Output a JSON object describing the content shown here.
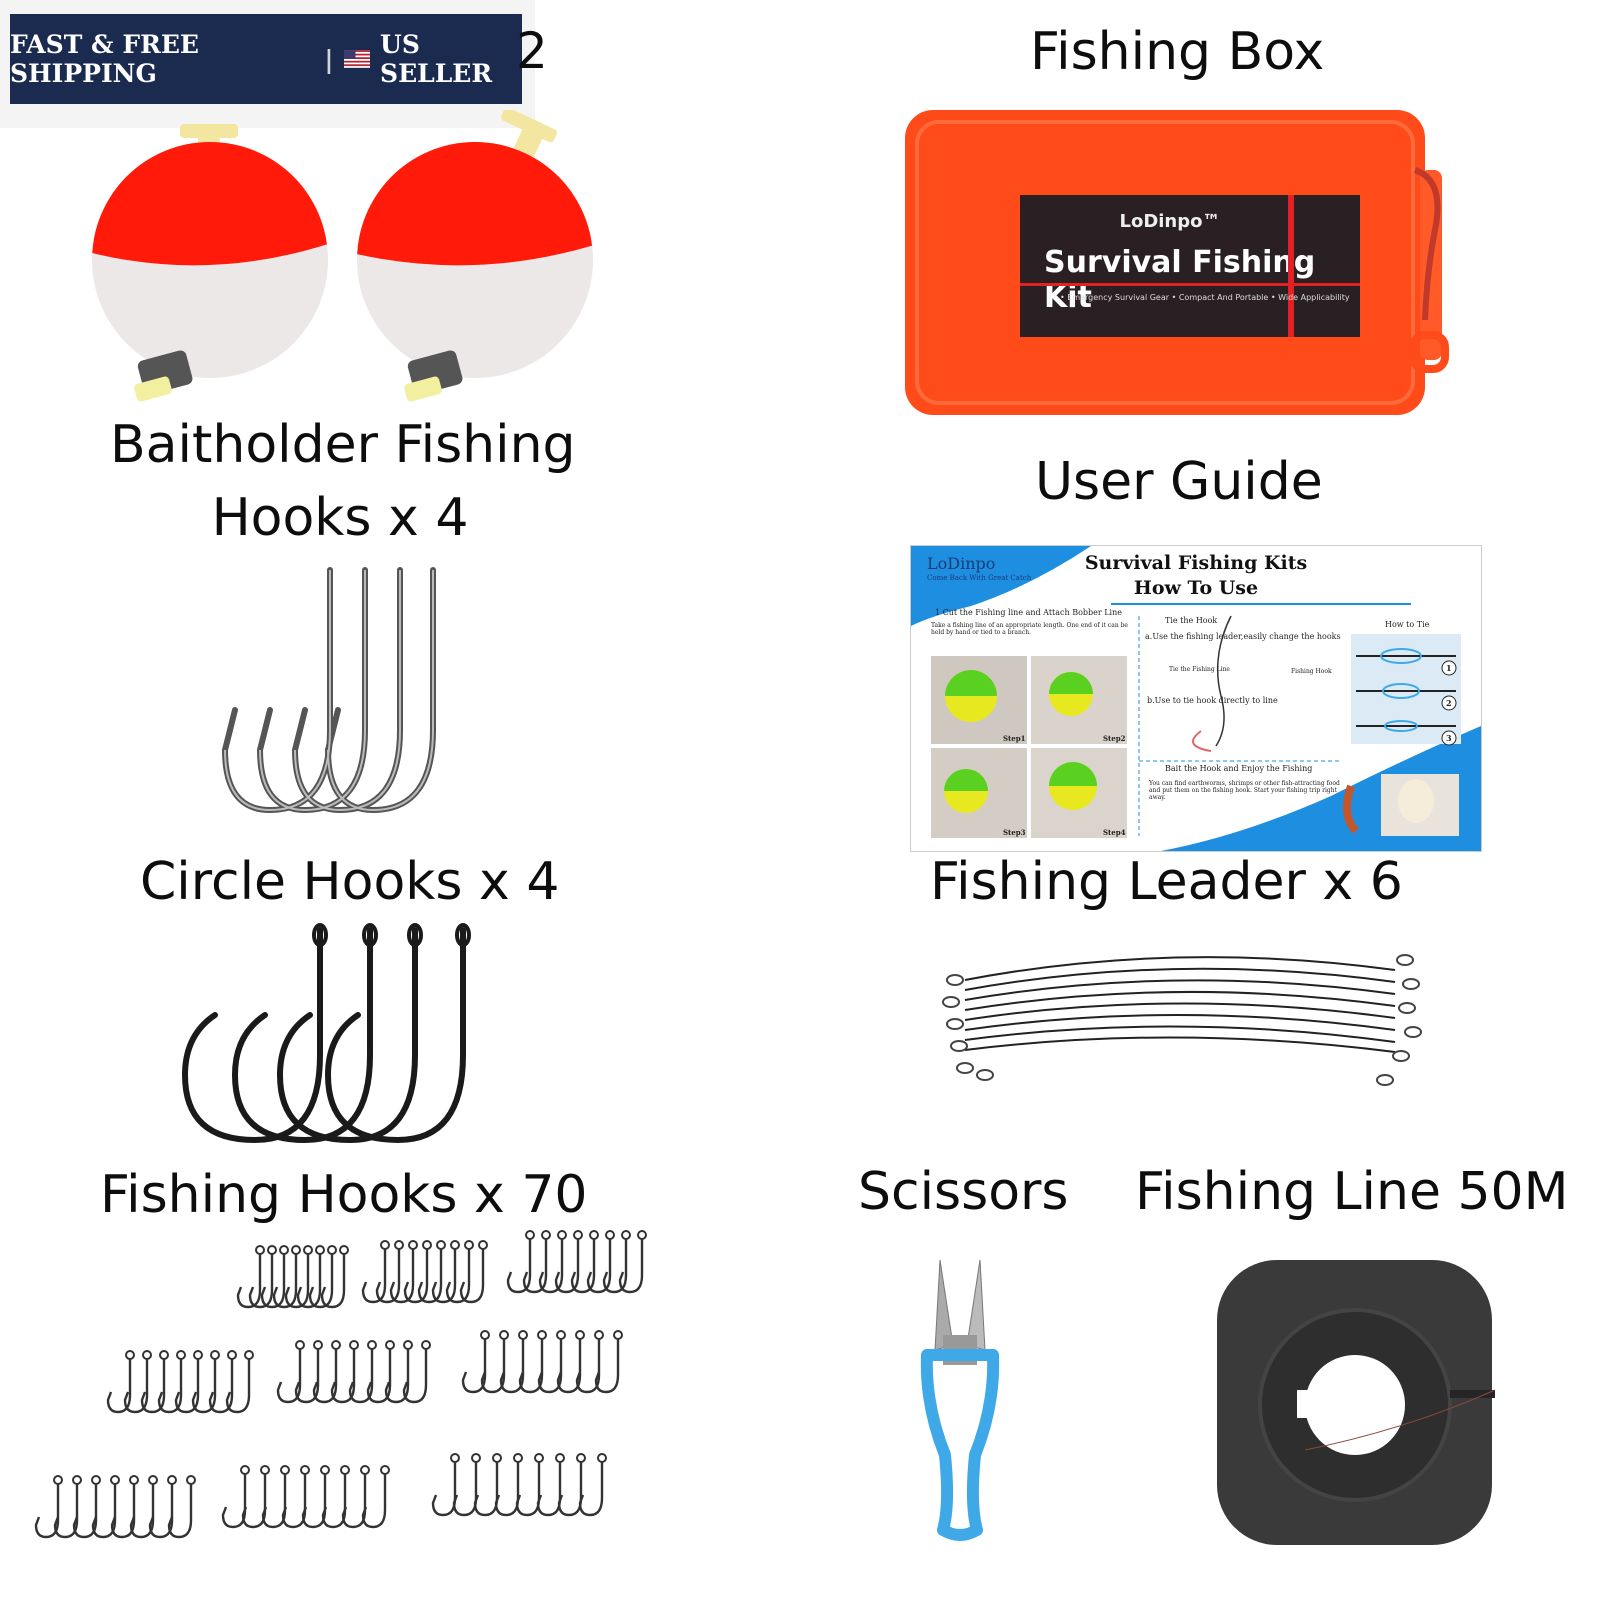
{
  "banner": {
    "left_text": "FAST & FREE SHIPPING",
    "separator": "|",
    "right_text": "US SELLER",
    "flag_icon": "us-flag-icon"
  },
  "labels": {
    "bobber_partial": "2",
    "fishing_box": "Fishing Box",
    "baitholder_line1": "Baitholder Fishing",
    "baitholder_line2": "Hooks x 4",
    "user_guide": "User Guide",
    "circle_hooks": "Circle Hooks x 4",
    "fishing_leader": "Fishing Leader x 6",
    "fishing_hooks": "Fishing Hooks x 70",
    "scissors": "Scissors",
    "fishing_line": "Fishing Line 50M"
  },
  "box": {
    "brand": "LoDinpo™",
    "title": "Survival Fishing Kit",
    "features": "• Emergency Survival Gear   • Compact And Portable   • Wide Applicability"
  },
  "guide": {
    "brand": "LoDinpo",
    "tagline": "Come Back With Great Catch",
    "title_line1": "Survival Fishing Kits",
    "title_line2": "How To Use",
    "step1_heading": "1 Cut the Fishing line and Attach Bobber Line",
    "step1_text": "Take a fishing line of an appropriate length. One end of it can be held by hand or tied to a branch.",
    "tie_hook": "Tie the Hook",
    "tie_a": "a.Use the fishing leader,easily change the hooks",
    "tie_line": "Tie the Fishing Line",
    "fishing_hook": "Fishing Hook",
    "tie_b": "b.Use to tie hook directly to line",
    "how_to_tie": "How to Tie",
    "bait_heading": "Bait the Hook and Enjoy the Fishing",
    "bait_text": "You can find earthworms, shrimps or other fish-attracting food and put them on the fishing hook. Start your fishing trip right away.",
    "steps": [
      "Step1",
      "Step2",
      "Step3",
      "Step4"
    ],
    "knot_numbers": [
      "1",
      "2",
      "3"
    ]
  },
  "colors": {
    "banner_bg": "#1b2a4f",
    "bobber_red": "#ff1a0a",
    "bobber_white": "#ece8e8",
    "box_orange": "#ff4a1a",
    "scissors_blue": "#3fa9e8",
    "spool_gray": "#3a3a3a"
  }
}
